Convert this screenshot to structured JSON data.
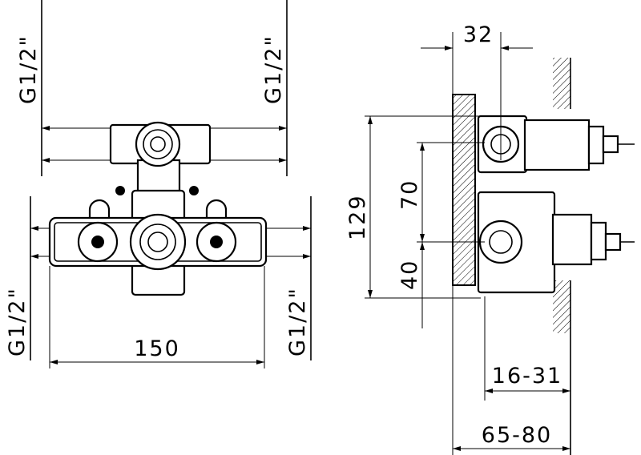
{
  "front_view": {
    "thread_top_left": "G1/2\"",
    "thread_top_right": "G1/2\"",
    "thread_bottom_left": "G1/2\"",
    "thread_bottom_right": "G1/2\"",
    "width": "150"
  },
  "side_view": {
    "depth_top": "32",
    "height_total": "129",
    "height_upper": "70",
    "height_lower": "40",
    "wall_range": "16-31",
    "overall_range": "65-80"
  },
  "colors": {
    "line": "#000000",
    "background": "#ffffff"
  }
}
